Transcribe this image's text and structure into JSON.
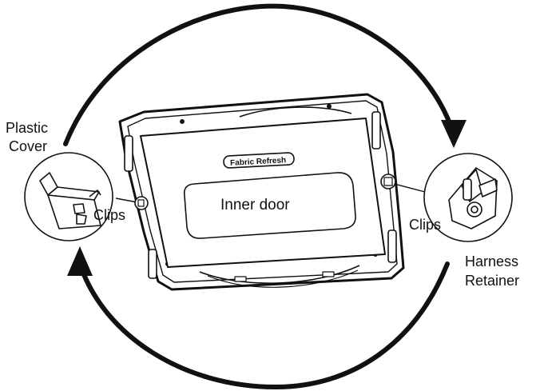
{
  "labels": {
    "plastic_cover_line1": "Plastic",
    "plastic_cover_line2": "Cover",
    "harness_retainer_line1": "Harness",
    "harness_retainer_line2": "Retainer",
    "clips_left": "Clips",
    "clips_right": "Clips",
    "inner_door": "Inner door",
    "fabric_refresh": "Fabric Refresh"
  },
  "colors": {
    "line": "#111111",
    "background": "#ffffff"
  },
  "icons": [
    "cycle-arrow-icon",
    "clip-icon",
    "retainer-icon"
  ]
}
